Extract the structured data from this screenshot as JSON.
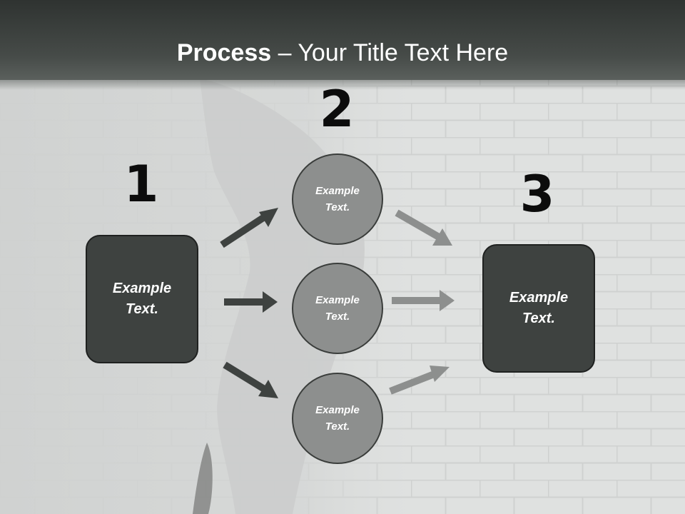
{
  "title": {
    "bold": "Process",
    "rest": " – Your Title Text Here"
  },
  "steps": {
    "one": {
      "number": "1",
      "text": "Example Text."
    },
    "two": {
      "number": "2"
    },
    "three": {
      "number": "3",
      "text": "Example Text."
    }
  },
  "circles": [
    {
      "text": "Example Text."
    },
    {
      "text": "Example Text."
    },
    {
      "text": "Example Text."
    }
  ],
  "colors": {
    "header": "#3f4441",
    "dark_box": "#3e4240",
    "circle": "#8d8f8e",
    "arrow_dark": "#3e4240",
    "arrow_light": "#8d8f8e"
  }
}
